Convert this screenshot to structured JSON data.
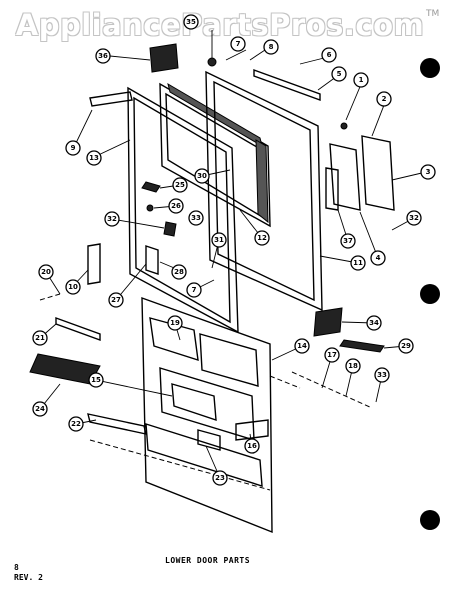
{
  "watermark": "AppliancePartsPros.com",
  "watermark_mark": "TM",
  "caption": "LOWER DOOR PARTS",
  "page_number": "8",
  "revision": "REV. 2",
  "callouts": [
    {
      "id": "c35",
      "label": "35"
    },
    {
      "id": "c36",
      "label": "36"
    },
    {
      "id": "c7a",
      "label": "7"
    },
    {
      "id": "c8",
      "label": "8"
    },
    {
      "id": "c6",
      "label": "6"
    },
    {
      "id": "c5",
      "label": "5"
    },
    {
      "id": "c1",
      "label": "1"
    },
    {
      "id": "c2",
      "label": "2"
    },
    {
      "id": "c9",
      "label": "9"
    },
    {
      "id": "c13",
      "label": "13"
    },
    {
      "id": "c25",
      "label": "25"
    },
    {
      "id": "c26",
      "label": "26"
    },
    {
      "id": "c30",
      "label": "30"
    },
    {
      "id": "c12",
      "label": "12"
    },
    {
      "id": "c3",
      "label": "3"
    },
    {
      "id": "c32a",
      "label": "32"
    },
    {
      "id": "c33",
      "label": "33"
    },
    {
      "id": "c32b",
      "label": "32"
    },
    {
      "id": "c37",
      "label": "37"
    },
    {
      "id": "c4",
      "label": "4"
    },
    {
      "id": "c31",
      "label": "31"
    },
    {
      "id": "c28",
      "label": "28"
    },
    {
      "id": "c11",
      "label": "11"
    },
    {
      "id": "c20",
      "label": "20"
    },
    {
      "id": "c10",
      "label": "10"
    },
    {
      "id": "c27",
      "label": "27"
    },
    {
      "id": "c7b",
      "label": "7"
    },
    {
      "id": "c21",
      "label": "21"
    },
    {
      "id": "c19",
      "label": "19"
    },
    {
      "id": "c34a",
      "label": "34"
    },
    {
      "id": "c29",
      "label": "29"
    },
    {
      "id": "c14",
      "label": "14"
    },
    {
      "id": "c17",
      "label": "17"
    },
    {
      "id": "c18",
      "label": "18"
    },
    {
      "id": "c33b",
      "label": "33"
    },
    {
      "id": "c24",
      "label": "24"
    },
    {
      "id": "c15",
      "label": "15"
    },
    {
      "id": "c22",
      "label": "22"
    },
    {
      "id": "c16",
      "label": "16"
    },
    {
      "id": "c23",
      "label": "23"
    }
  ]
}
